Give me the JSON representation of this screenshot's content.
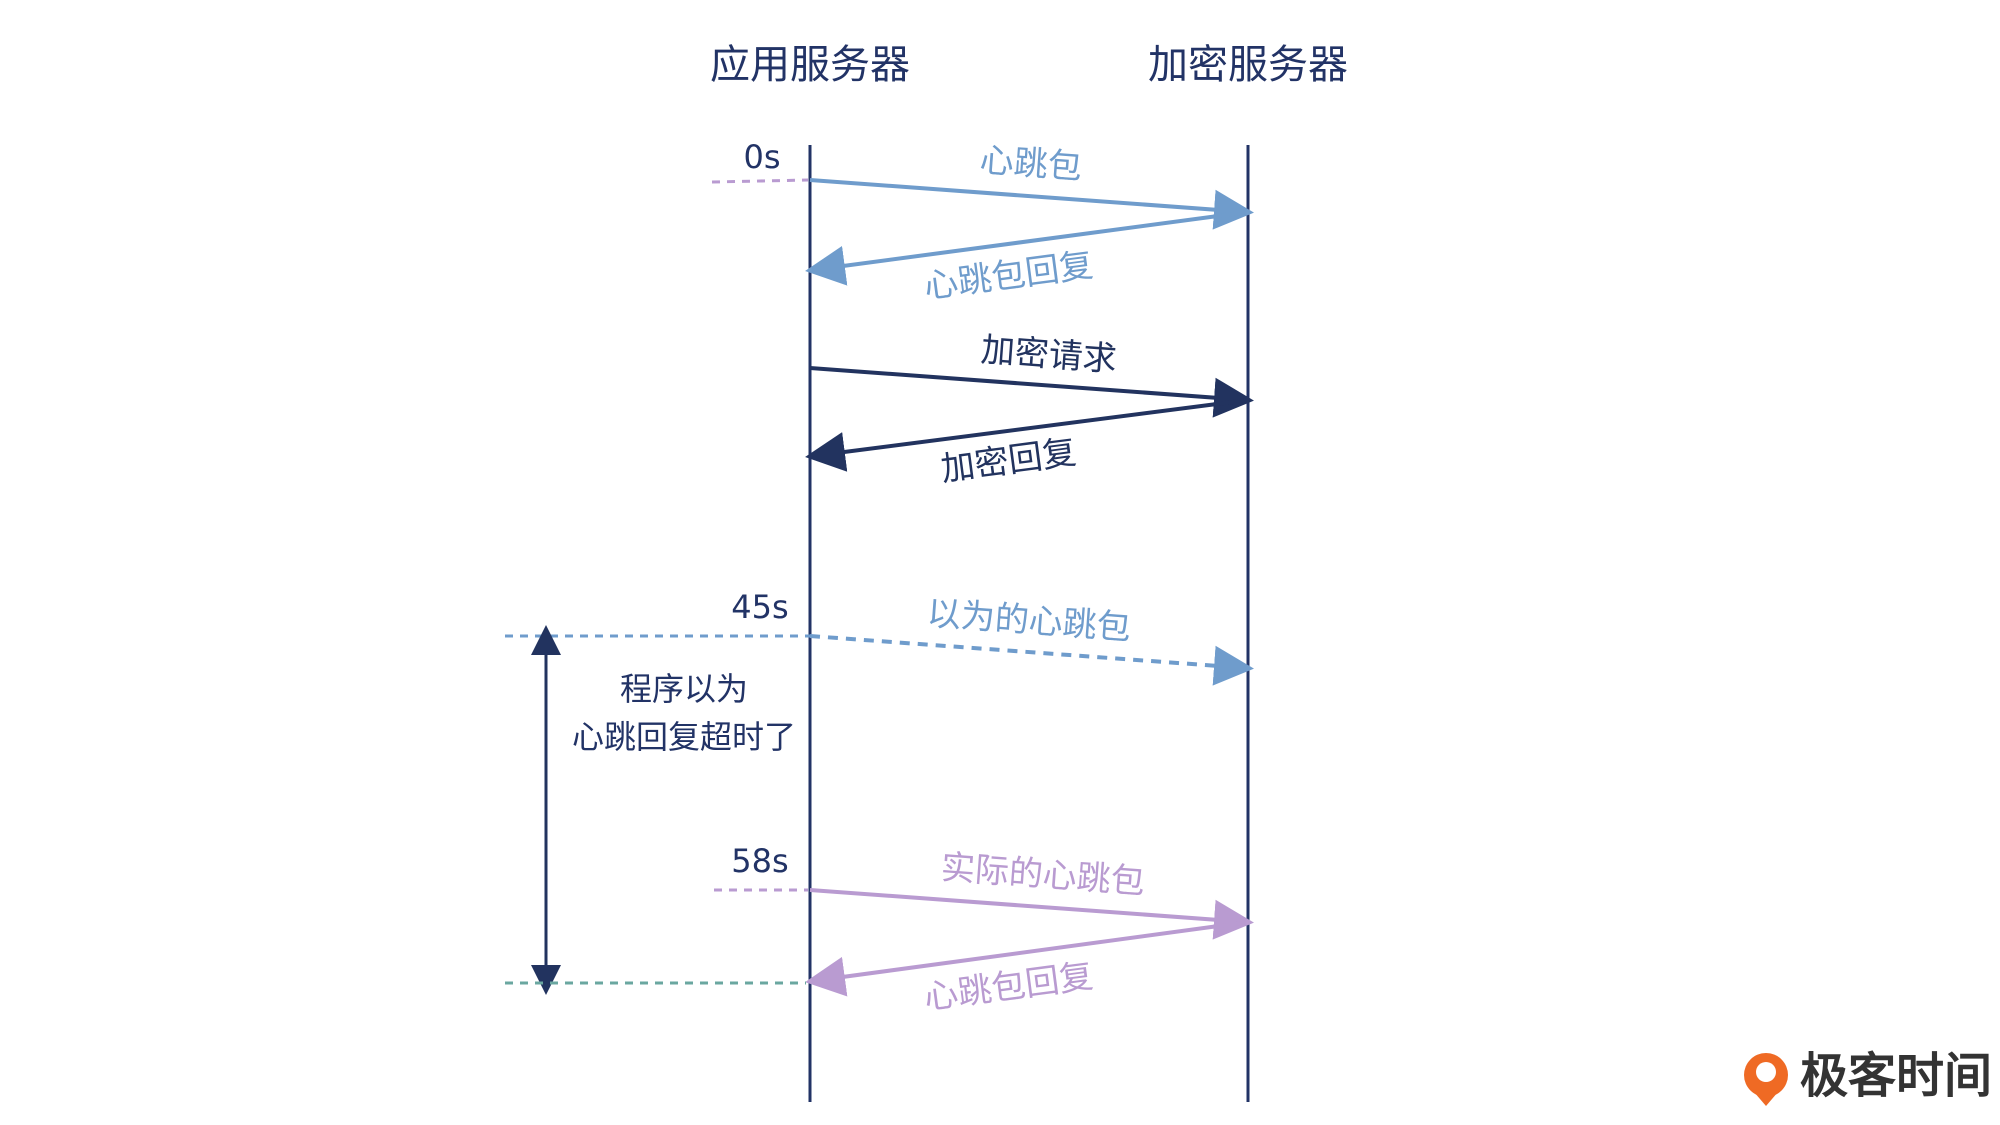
{
  "columns": {
    "app_server": "应用服务器",
    "crypto_server": "加密服务器"
  },
  "times": {
    "t0": "0s",
    "t45": "45s",
    "t58": "58s"
  },
  "messages": {
    "heartbeat": "心跳包",
    "heartbeat_reply_1": "心跳包回复",
    "encrypt_request": "加密请求",
    "encrypt_reply": "加密回复",
    "assumed_heartbeat": "以为的心跳包",
    "actual_heartbeat": "实际的心跳包",
    "heartbeat_reply_2": "心跳包回复"
  },
  "note": {
    "line1": "程序以为",
    "line2": "心跳回复超时了"
  },
  "brand": {
    "name": "极客时间"
  },
  "colors": {
    "lifeline": "#223366",
    "heartbeat_blue": "#6f9ccc",
    "dark_navy": "#22335f",
    "purple": "#b99bd1",
    "teal_dashed": "#6aa7a0",
    "brand_orange": "#ef6a24"
  }
}
